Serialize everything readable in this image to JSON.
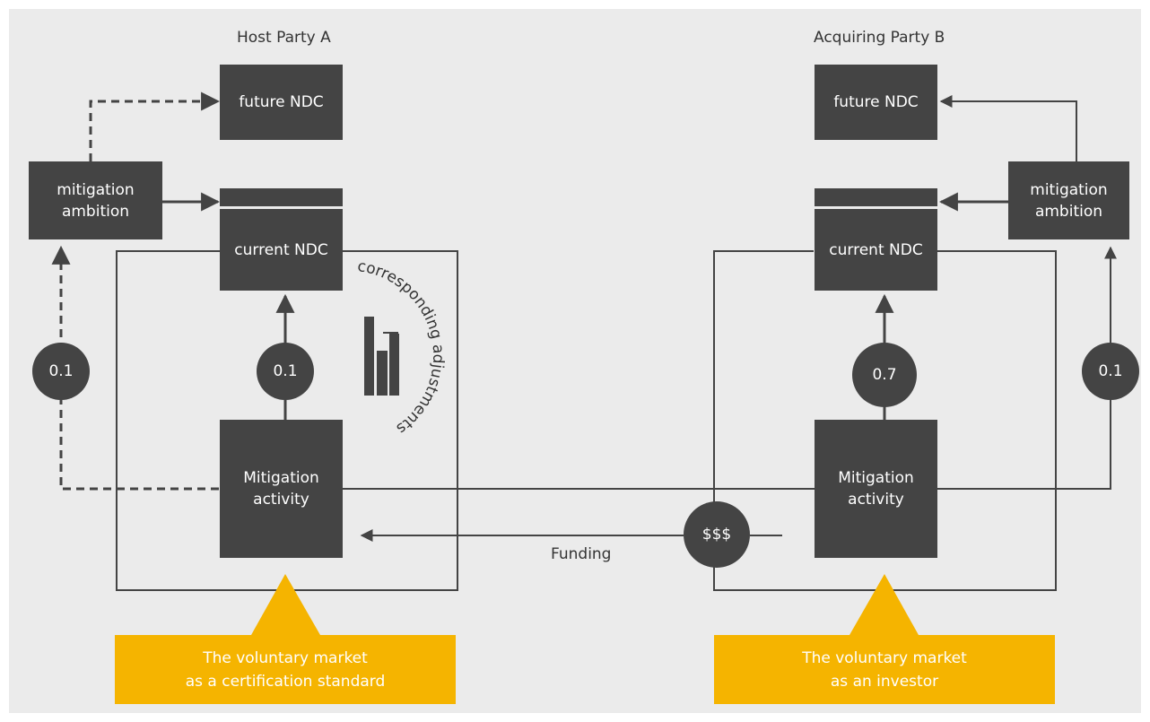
{
  "party_a": {
    "title": "Host Party A",
    "future_ndc": "future NDC",
    "current_ndc": "current NDC",
    "mitigation_ambition": "mitigation\nambition",
    "mitigation_activity": "Mitigation\nactivity",
    "transfer_value": "0.1",
    "ambition_value": "0.1",
    "adjustments_label": "corresponding adjustments",
    "callout": "The voluntary market\nas a certification standard"
  },
  "party_b": {
    "title": "Acquiring Party B",
    "future_ndc": "future NDC",
    "current_ndc": "current NDC",
    "mitigation_ambition": "mitigation\nambition",
    "mitigation_activity": "Mitigation\nactivity",
    "transfer_value": "0.7",
    "ambition_value": "0.1",
    "callout": "The voluntary market\nas an investor"
  },
  "funding": {
    "symbol": "$$$",
    "label": "Funding"
  },
  "colors": {
    "box": "#444444",
    "background": "#ebebeb",
    "callout": "#f5b400"
  }
}
